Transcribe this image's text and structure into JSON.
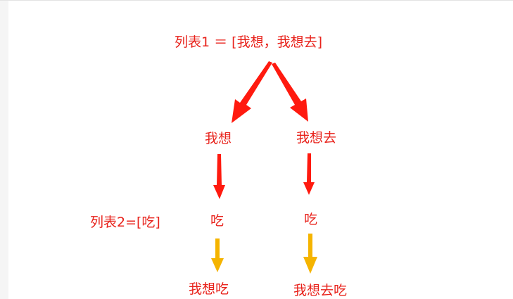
{
  "diagram": {
    "list1_label": "列表1 ＝ [我想，我想去]",
    "branch_left_label": "我想",
    "branch_right_label": "我想去",
    "list2_label": "列表2=[吃]",
    "eat_left_label": "吃",
    "eat_right_label": "吃",
    "result_left_label": "我想吃",
    "result_right_label": "我想去吃"
  },
  "colors": {
    "text": "#e8221b",
    "red_arrow": "#ff1a0f",
    "yellow_arrow": "#f5b400",
    "background": "#ffffff"
  }
}
